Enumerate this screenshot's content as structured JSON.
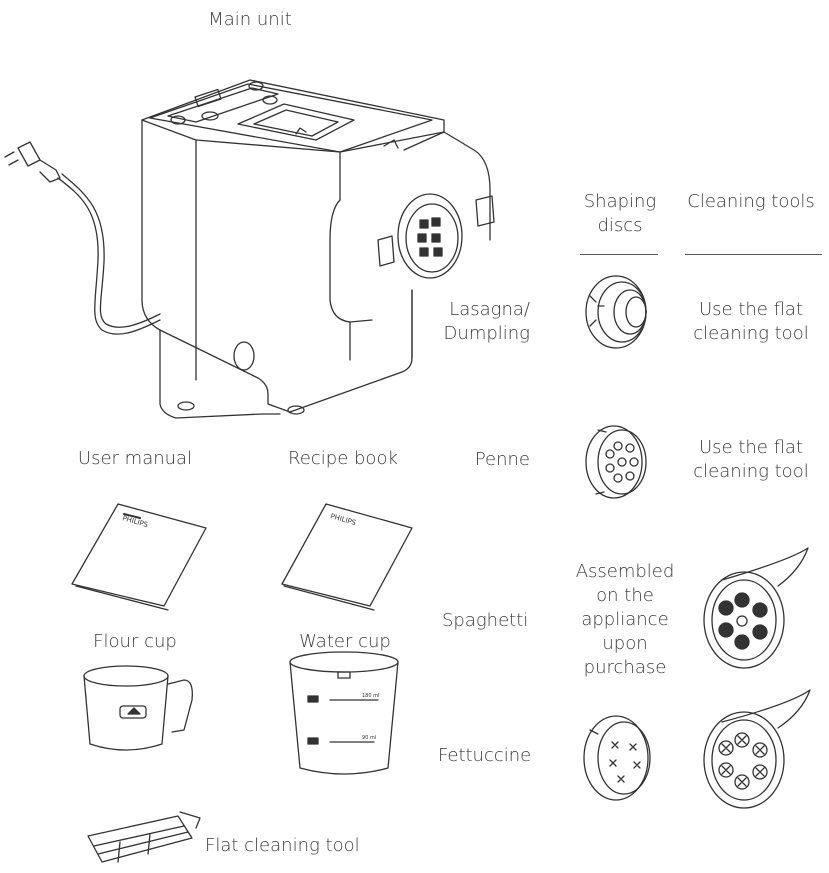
{
  "labels": {
    "main_unit": "Main unit",
    "user_manual": "User manual",
    "recipe_book": "Recipe book",
    "flour_cup": "Flour cup",
    "water_cup": "Water cup",
    "flat_cleaning_tool": "Flat cleaning tool"
  },
  "headers": {
    "shaping_line1": "Shaping",
    "shaping_line2": "discs",
    "cleaning": "Cleaning tools"
  },
  "discs": {
    "lasagna_line1": "Lasagna/",
    "lasagna_line2": "Dumpling",
    "lasagna_clean_line1": "Use the flat",
    "lasagna_clean_line2": "cleaning tool",
    "penne": "Penne",
    "penne_clean_line1": "Use the flat",
    "penne_clean_line2": "cleaning tool",
    "spaghetti": "Spaghetti",
    "spaghetti_note": [
      "Assembled",
      "on the",
      "appliance",
      "upon",
      "purchase"
    ],
    "fettuccine": "Fettuccine"
  },
  "brand": {
    "manual_logo": "PHILIPS",
    "book_logo": "PHILIPS"
  },
  "cup_marks": {
    "upper": "180 ml",
    "lower": "90 ml"
  },
  "colors": {
    "line": "#333333",
    "text": "#3a3a3a"
  }
}
